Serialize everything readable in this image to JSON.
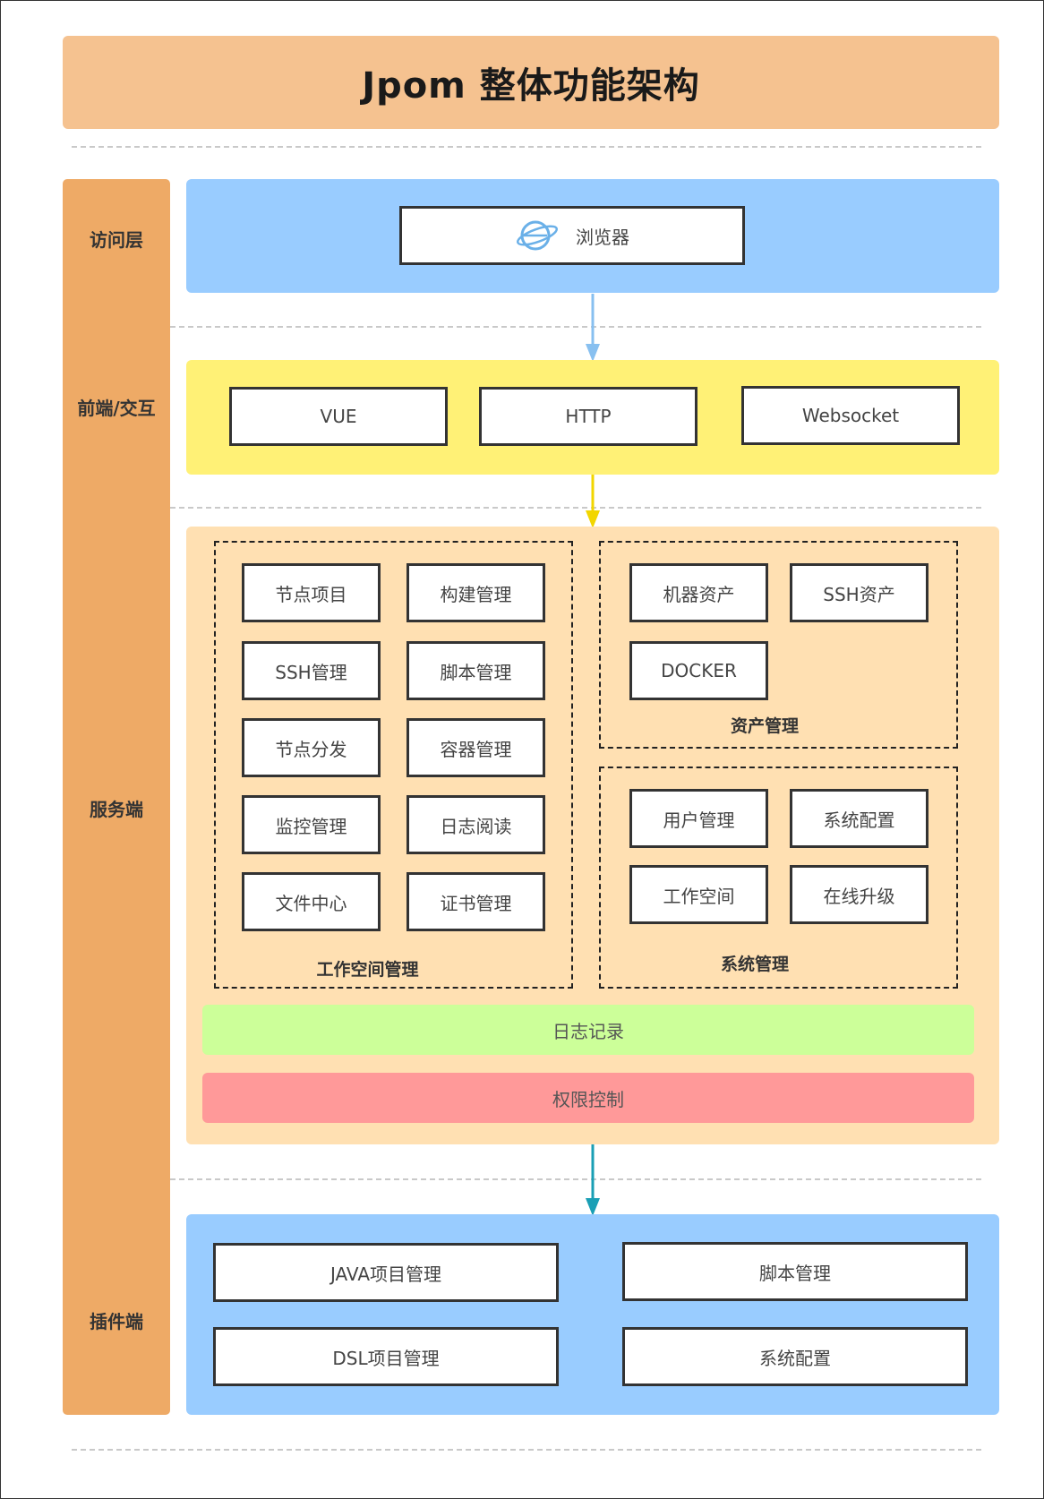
{
  "title": "Jpom 整体功能架构",
  "layers": {
    "access": "访问层",
    "frontend": "前端/交互",
    "server": "服务端",
    "plugin": "插件端"
  },
  "access_layer": {
    "browser_label": "浏览器",
    "browser_icon": "browser-globe-icon"
  },
  "frontend_layer": {
    "items": [
      "VUE",
      "HTTP",
      "Websocket"
    ]
  },
  "server_layer": {
    "workspace_group": {
      "title": "工作空间管理",
      "items": [
        "节点项目",
        "构建管理",
        "SSH管理",
        "脚本管理",
        "节点分发",
        "容器管理",
        "监控管理",
        "日志阅读",
        "文件中心",
        "证书管理"
      ]
    },
    "asset_group": {
      "title": "资产管理",
      "items": [
        "机器资产",
        "SSH资产",
        "DOCKER"
      ]
    },
    "system_group": {
      "title": "系统管理",
      "items": [
        "用户管理",
        "系统配置",
        "工作空间",
        "在线升级"
      ]
    },
    "log_strip": "日志记录",
    "permission_strip": "权限控制"
  },
  "plugin_layer": {
    "items": [
      "JAVA项目管理",
      "脚本管理",
      "DSL项目管理",
      "系统配置"
    ]
  },
  "colors": {
    "title_bg": "#f5c290",
    "side_bg": "#eeaa66",
    "access_bg": "#99ccff",
    "frontend_bg": "#fff176",
    "server_bg": "#ffe0b2",
    "log_bg": "#ccff99",
    "permission_bg": "#ff9999",
    "plugin_bg": "#99ccff"
  }
}
